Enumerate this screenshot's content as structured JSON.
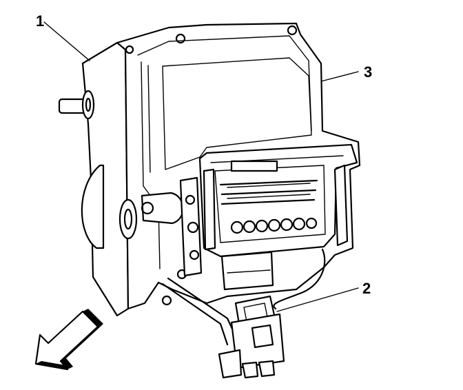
{
  "callouts": [
    {
      "id": "1",
      "label": "1"
    },
    {
      "id": "2",
      "label": "2"
    },
    {
      "id": "3",
      "label": "3"
    }
  ],
  "colors": {
    "line": "#000000",
    "background": "#ffffff"
  },
  "icons": {
    "direction_arrow": "arrow-down-left-icon"
  }
}
